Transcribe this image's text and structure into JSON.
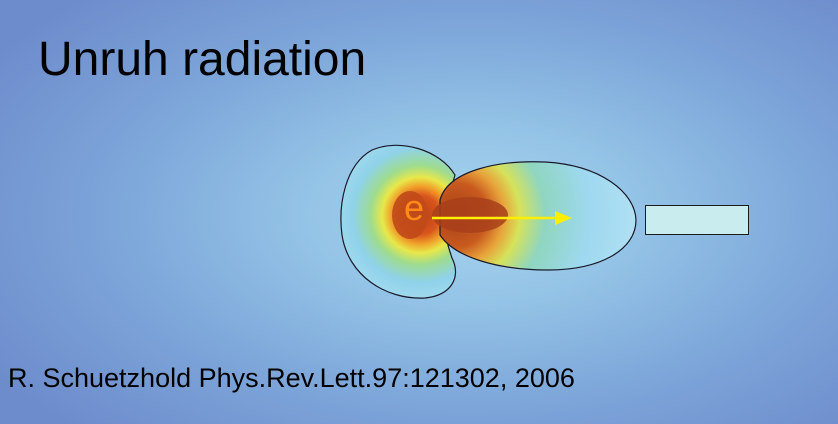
{
  "slide": {
    "title": "Unruh radiation",
    "citation": "R. Schuetzhold Phys.Rev.Lett.97:121302, 2006",
    "electron_symbol": "e",
    "electron_charge": "-"
  },
  "figure": {
    "description_colors": {
      "background": "#7ea7da",
      "lobe_outer": "#a9ddf0",
      "lobe_green": "#b8e07a",
      "lobe_orange": "#f08a2a",
      "lobe_core": "#b8401a",
      "arrow": "#ffee00",
      "electron_label": "#ff8a1a",
      "detector_fill": "#c9ecef"
    }
  }
}
